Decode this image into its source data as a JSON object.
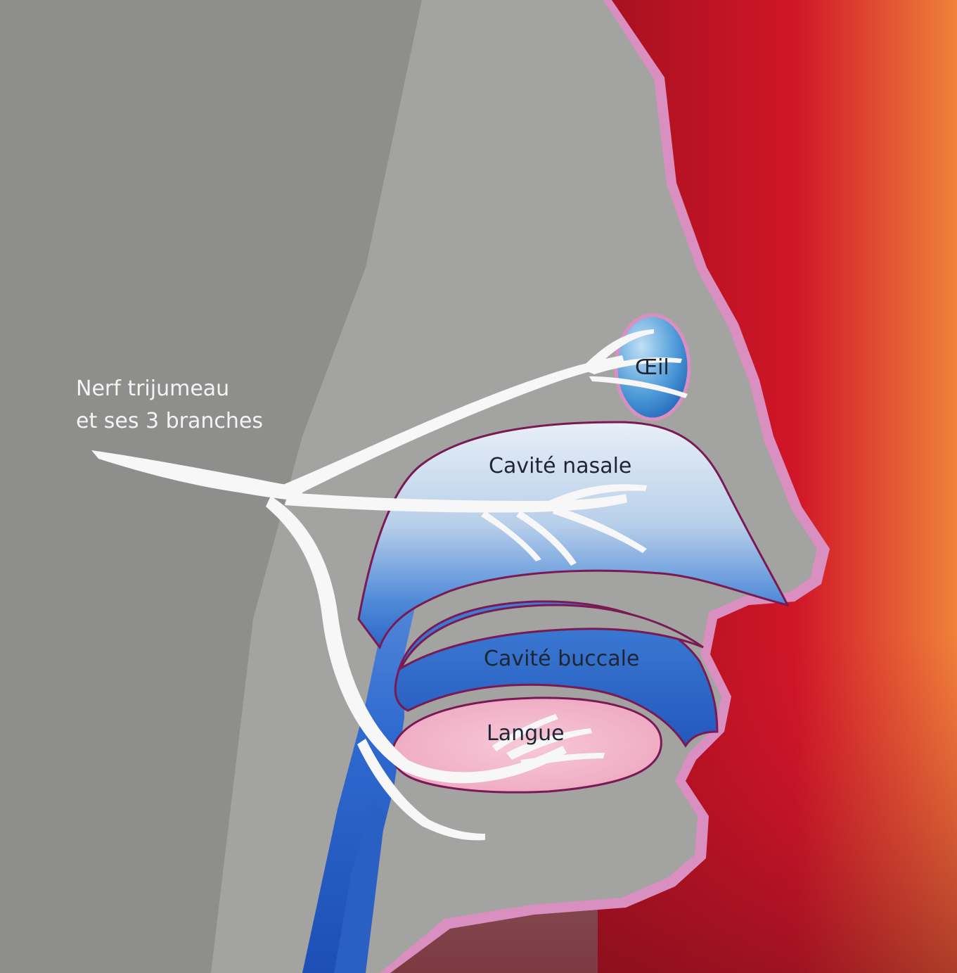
{
  "labels": {
    "nerve_line1": "Nerf trijumeau",
    "nerve_line2": "et ses 3 branches",
    "eye": "Œil",
    "nasal_cavity": "Cavité nasale",
    "oral_cavity": "Cavité buccale",
    "tongue": "Langue"
  },
  "colors": {
    "background_gray": "#7a7a78",
    "head_gray": "#a3a3a1",
    "skin_outline": "#d98fbf",
    "red_right": "#c8102e",
    "orange_edge": "#ef7a35",
    "cavity_light": "#dce8f3",
    "cavity_blue": "#2f6fd0",
    "tongue_pink": "#f3b8cc",
    "nerve_white": "#f7f7f7",
    "cavity_outline": "#7a1a55"
  }
}
